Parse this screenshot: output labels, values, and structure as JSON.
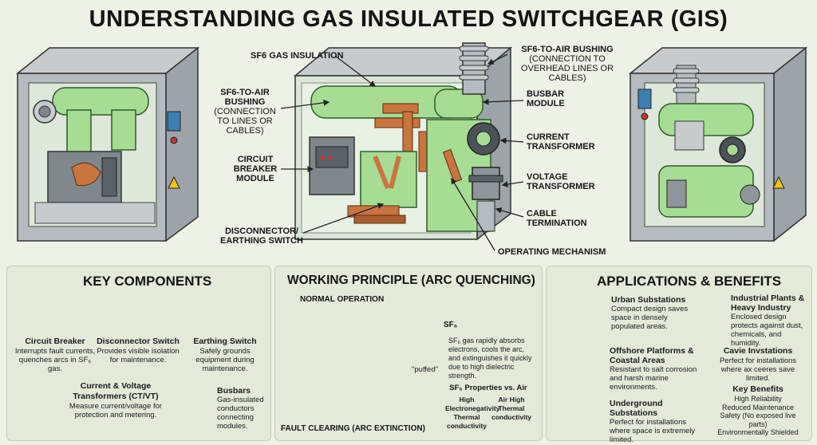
{
  "title": "UNDERSTANDING GAS INSULATED SWITCHGEAR (GIS)",
  "labels": {
    "sf6_insulation": "SF6 GAS INSULATION",
    "bushing_top_title": "SF6-TO-AIR BUSHING",
    "bushing_top_sub": "(CONNECTION TO OVERHEAD LINES OR CABLES)",
    "bushing_left_title": "SF6-TO-AIR BUSHING",
    "bushing_left_sub": "(CONNECTION TO LINES OR CABLES)",
    "circuit_breaker": "CIRCUIT BREAKER MODULE",
    "disconnector": "DISCONNECTOR/ EARTHING SWITCH",
    "busbar": "BUSBAR MODULE",
    "current_transformer": "CURRENT TRANSFORMER",
    "voltage_transformer": "VOLTAGE TRANSFORMER",
    "cable_termination": "CABLE TERMINATION",
    "operating_mechanism": "OPERATING MECHANISM"
  },
  "key_components": {
    "heading": "KEY COMPONENTS",
    "items": [
      {
        "name": "Circuit Breaker",
        "desc": "Interrupts fault currents, quenches arcs in SF₆ gas."
      },
      {
        "name": "Disconnector Switch",
        "desc": "Provides visible isolation for maintenance."
      },
      {
        "name": "Earthing Switch",
        "desc": "Safely grounds equipment during maintenance."
      },
      {
        "name": "Current & Voltage Transformers (CT/VT)",
        "desc": "Measure current/voltage for protection and metering."
      },
      {
        "name": "Busbars",
        "desc": "Gas-insulated conductors connecting modules."
      }
    ]
  },
  "working_principle": {
    "heading": "WORKING PRINCIPLE (ARC QUENCHING)",
    "normal_operation": "NORMAL OPERATION",
    "sf6_tag": "SF₆",
    "puffed": "\"puffed\"",
    "explanation": "SF₆ gas rapidly absorbs electrons, cools the arc, and extinguishes it quickly due to high dielectric strength.",
    "fault_clearing": "FAULT CLEARING (ARC EXTINCTION)",
    "compare_title": "SF₆ Properties vs. Air",
    "compare_left": [
      "High Electronegativity",
      "Thermal conductivity"
    ],
    "compare_right": [
      "Air High",
      "Thermal conductivity"
    ]
  },
  "applications": {
    "heading": "APPLICATIONS & BENEFITS",
    "items": [
      {
        "name": "Urban Substations",
        "desc": "Compact design saves space in densely populated areas."
      },
      {
        "name": "Industrial Plants & Heavy Industry",
        "desc": "Enclosed design protects against dust, chemicals, and humidity."
      },
      {
        "name": "Offshore Platforms & Coastal Areas",
        "desc": "Resistant to salt corrosion and harsh marine environments."
      },
      {
        "name": "Cavie Invstations",
        "desc": "Perfect for installations where ax ceeres save limited."
      },
      {
        "name": "Underground Substations",
        "desc": "Perfect for installations where space is extremely limited."
      }
    ],
    "benefits_title": "Key Benefits",
    "benefits": [
      "High Reliability",
      "Reduced Maintenance",
      "Safety (No exposed live parts)",
      "Environmentally Shielded"
    ]
  },
  "colors": {
    "background": "#eef1e6",
    "housing_gray": "#a9afb3",
    "gas_green": "#a6dc93",
    "copper": "#c8753f",
    "arrow_red": "#c0392b",
    "panel": "#e4e9da"
  }
}
